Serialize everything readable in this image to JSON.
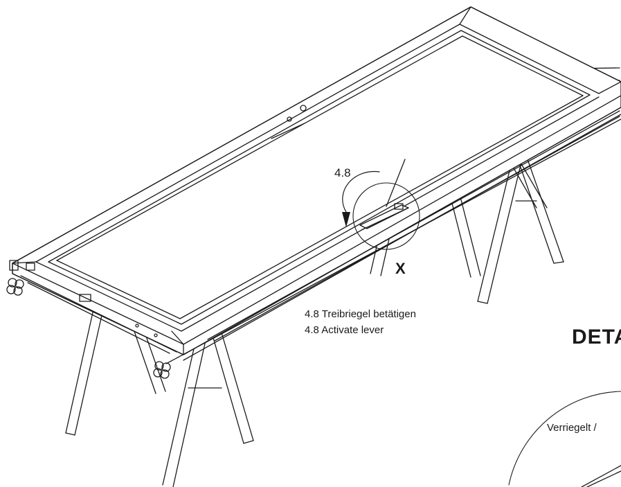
{
  "annotations": {
    "step_number": "4.8",
    "detail_marker": "X",
    "caption_de": "4.8 Treibriegel betätigen",
    "caption_en": "4.8 Activate lever",
    "detail_title": "DETA",
    "detail_state": "Verriegelt /"
  },
  "colors": {
    "line": "#1a1a1a",
    "background": "#ffffff"
  }
}
